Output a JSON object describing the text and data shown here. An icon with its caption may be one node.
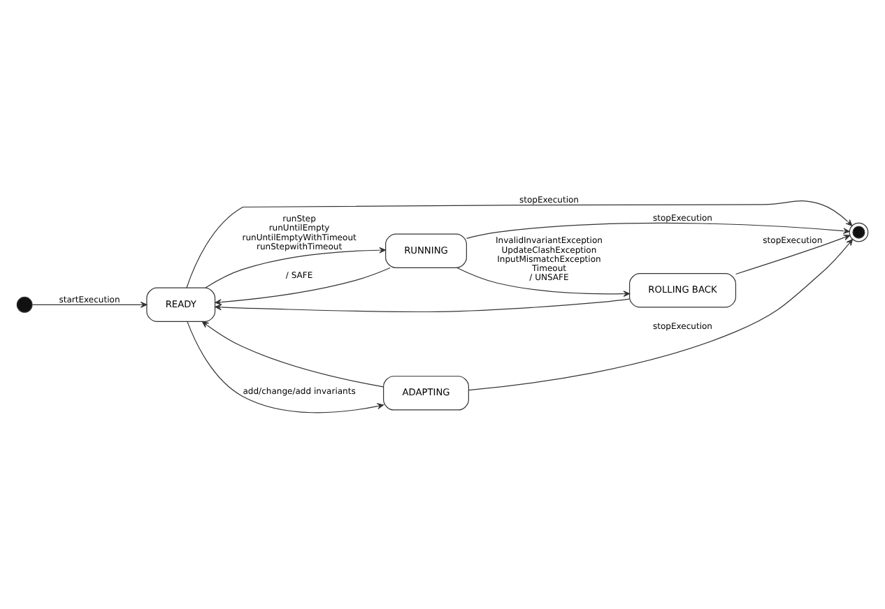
{
  "diagram": {
    "nodes": [
      {
        "text": [],
        "shape": "circle"
      },
      {
        "text": [
          "READY"
        ]
      },
      {
        "text": [],
        "shape": "circle"
      },
      {
        "text": [
          "RUNNING"
        ]
      },
      {
        "text": [
          "ROLLING BACK"
        ]
      },
      {
        "text": [
          "ADAPTING"
        ]
      }
    ],
    "edges": [
      {
        "from": 0,
        "to": 1,
        "arrow": "to",
        "label": "startExecution"
      },
      {
        "from": 1,
        "to": 2,
        "arrow": "to",
        "label": "stopExecution"
      },
      {
        "from": 1,
        "to": 3,
        "arrow": "to",
        "label": "runStep runUntilEmpty runUntilEmptyWithTimeout runStepwithTimeout"
      },
      {
        "from": 3,
        "to": 2,
        "arrow": "to",
        "label": "stopExecution"
      },
      {
        "from": 3,
        "to": 1,
        "arrow": "to",
        "label": "/ SAFE"
      },
      {
        "from": 3,
        "to": 4,
        "arrow": "to",
        "label": "InvalidInvariantException UpdateClashException InputMismatchException Timeout / UNSAFE"
      },
      {
        "from": 4,
        "to": 1,
        "arrow": "to"
      },
      {
        "from": 4,
        "to": 2,
        "arrow": "to",
        "label": "stopExecution"
      },
      {
        "from": 1,
        "to": 5,
        "arrow": "to",
        "label": "add/change/add invariants"
      },
      {
        "from": 5,
        "to": 1,
        "arrow": "to"
      },
      {
        "from": 5,
        "to": 2,
        "arrow": "to",
        "label": "stopExecution"
      }
    ]
  }
}
